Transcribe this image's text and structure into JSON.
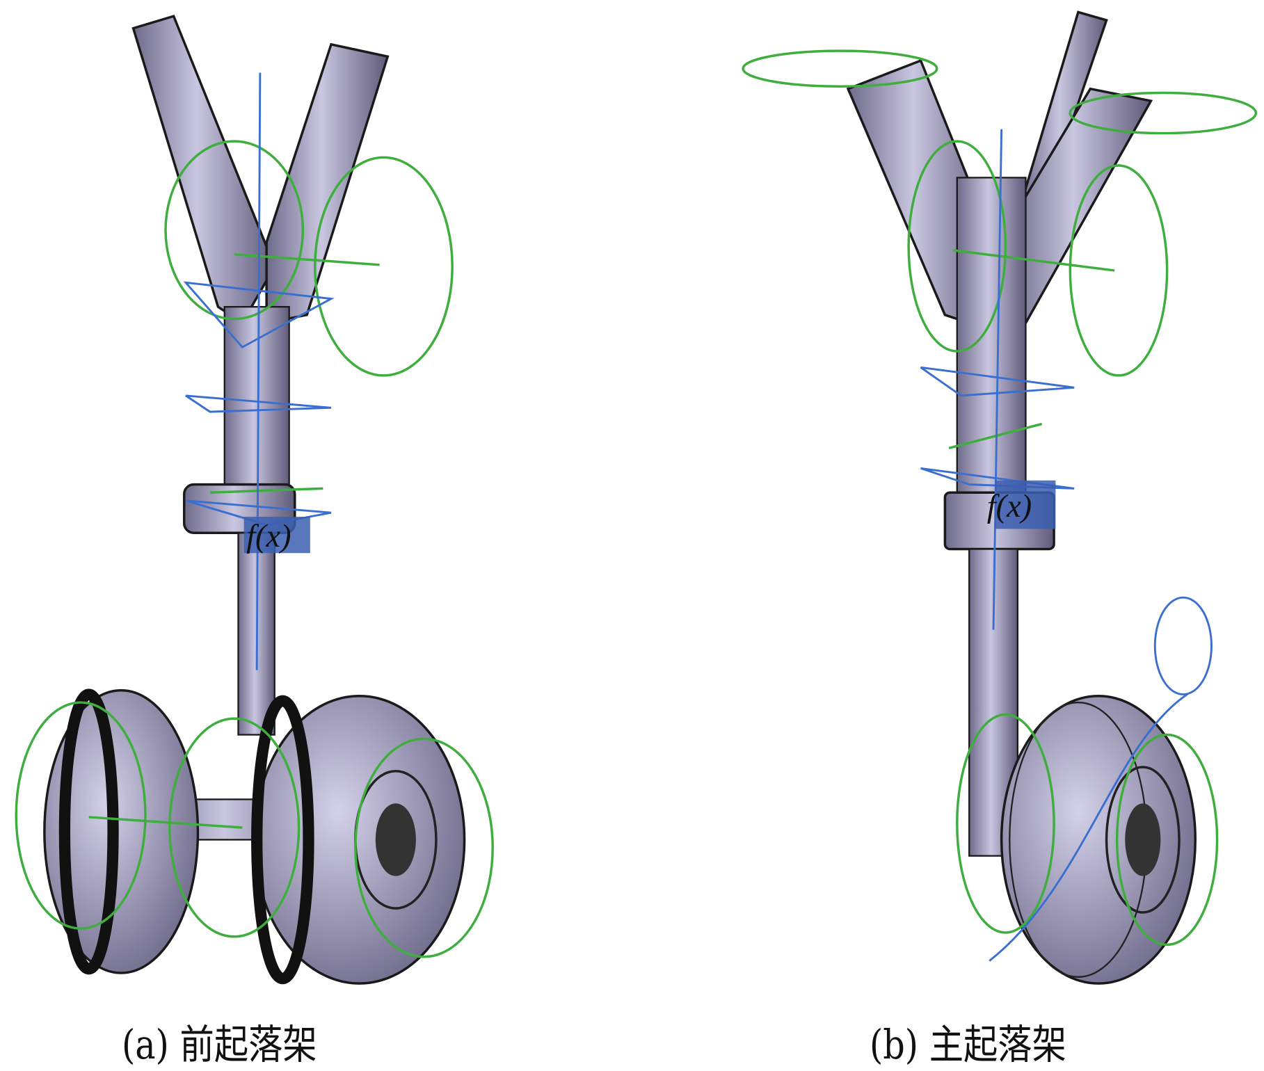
{
  "figure": {
    "panels": [
      {
        "id": "a",
        "caption": "(a) 前起落架",
        "function_label": "f(x)"
      },
      {
        "id": "b",
        "caption": "(b) 主起落架",
        "function_label": "f(x)"
      }
    ],
    "colors": {
      "metal": "#8c88a8",
      "outline": "#1a1a1a",
      "green_sketch": "#3fae3f",
      "blue_sketch": "#3a6fd0",
      "fx_box": "#3b5fb0"
    }
  }
}
